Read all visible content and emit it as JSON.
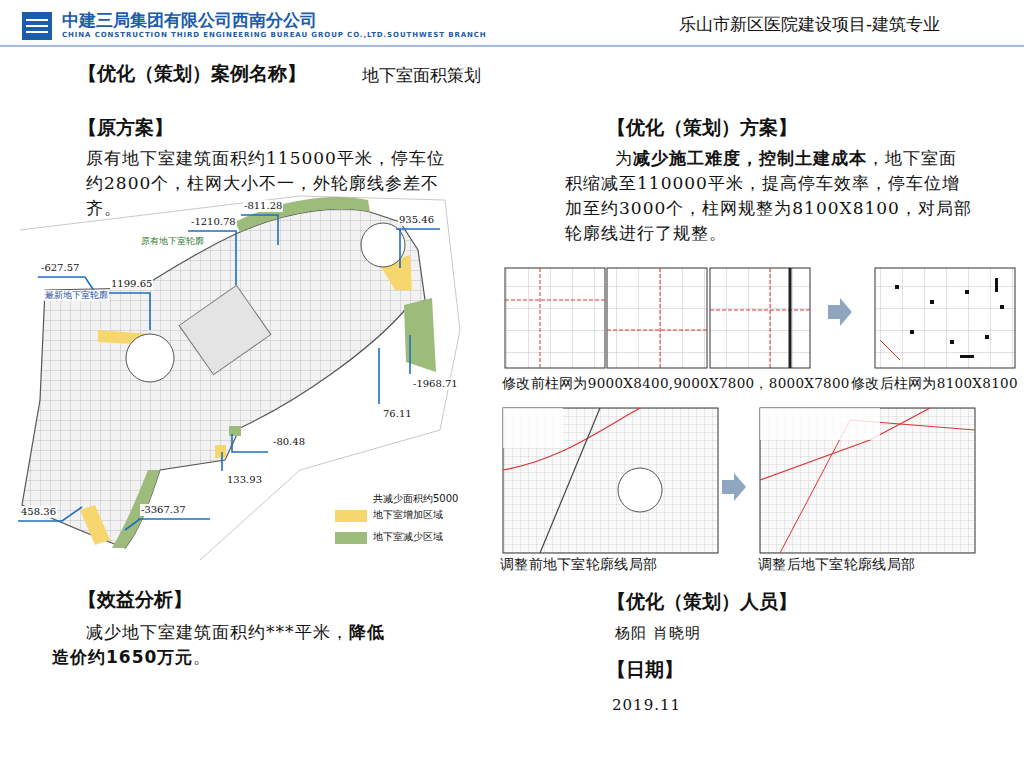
{
  "diagram": {
    "title": "地下室面积策划",
    "labels": [
      "中建三局集团有限公司西南分公司",
      "CHINA CONSTRUCTION THIRD ENGINEERING BUREAU GROUP CO.,LTD.SOUTHWEST BRANCH",
      "乐山市新区医院建设项目-建筑专业",
      "【优化（策划）案例名称】",
      "【原方案】",
      "原有地下室建筑面积约115000平米，停车位约2800个，柱网大小不一，外轮廓线参差不齐。",
      "-1210.78",
      "-811.28",
      "935.46",
      "原有地下室轮廓",
      "-627.57",
      "1199.65",
      "最新地下室轮廓",
      "-1968.71",
      "76.11",
      "-80.48",
      "133.93",
      "458.36",
      "-3367.37",
      "共减少面积约5000",
      "【优化（策划）方案】",
      "为",
      "减少施工难度，控制土建成本",
      "，地下室面积缩减至110000平米，提高停车效率，停车位增加至约3000个，柱网规整为8100X8100，对局部轮廓线进行了规整。",
      "修改前柱网为9000X8400,9000X7800，8000X7800",
      "修改后柱网为8100X8100",
      "调整前地下室轮廓线局部",
      "调整后地下室轮廓线局部",
      "【效益分析】",
      "减少地下室建筑面积约***平米，",
      "降低造价约1650万元",
      "。",
      "【优化（策划）人员】",
      "杨阳 肖晓明",
      "【日期】",
      "2019.11"
    ],
    "legend": [
      {
        "text": "地下室增加区域",
        "color": "#f5d76e"
      },
      {
        "text": "地下室减少区域",
        "color": "#9dbb7a"
      }
    ]
  }
}
